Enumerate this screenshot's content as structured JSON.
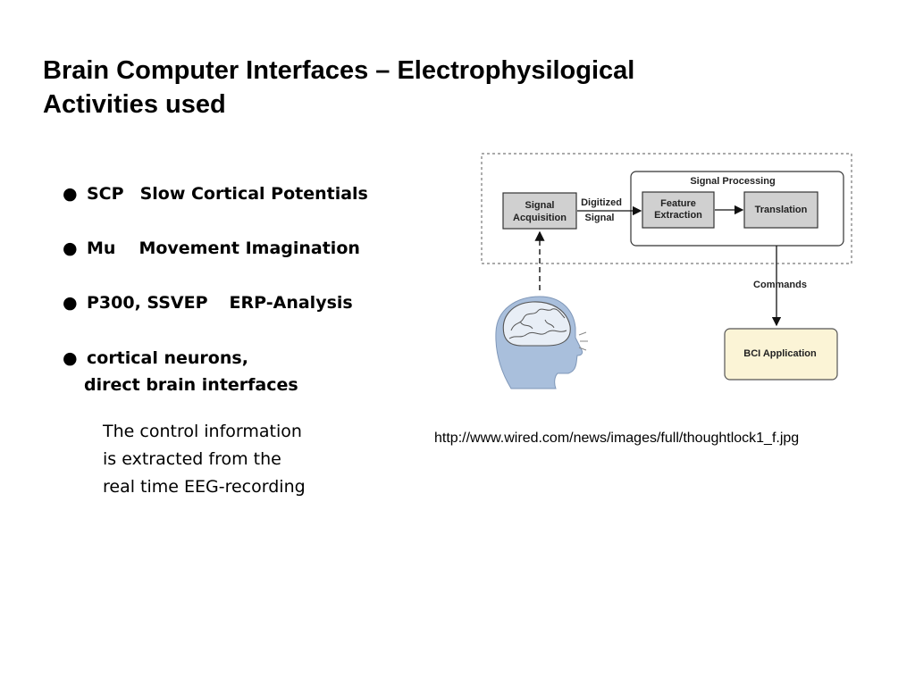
{
  "slide": {
    "title_line1": "Brain Computer Interfaces – Electrophysilogical",
    "title_line2": "Activities used"
  },
  "bullets": [
    {
      "marker": "●",
      "term": "SCP",
      "desc": "Slow Cortical Potentials"
    },
    {
      "marker": "●",
      "term": "Mu",
      "desc": "Movement Imagination"
    },
    {
      "marker": "●",
      "term": "P300, SSVEP",
      "desc": "ERP-Analysis"
    },
    {
      "marker": "●",
      "term": "cortical neurons,",
      "desc": "direct brain interfaces"
    }
  ],
  "note": {
    "line1": "The control information",
    "line2": "is extracted from the",
    "line3": "real time EEG-recording"
  },
  "source_url": "http://www.wired.com/news/images/full/thoughtlock1_f.jpg",
  "diagram": {
    "signal_processing": "Signal Processing",
    "signal_acquisition_1": "Signal",
    "signal_acquisition_2": "Acquisition",
    "digitized_1": "Digitized",
    "digitized_2": "Signal",
    "feature_1": "Feature",
    "feature_2": "Extraction",
    "translation": "Translation",
    "commands": "Commands",
    "bci_application": "BCI Application",
    "colors": {
      "box_fill": "#d0d0d0",
      "bci_fill": "#fbf4d6",
      "head_fill": "#a9bfdc"
    }
  }
}
